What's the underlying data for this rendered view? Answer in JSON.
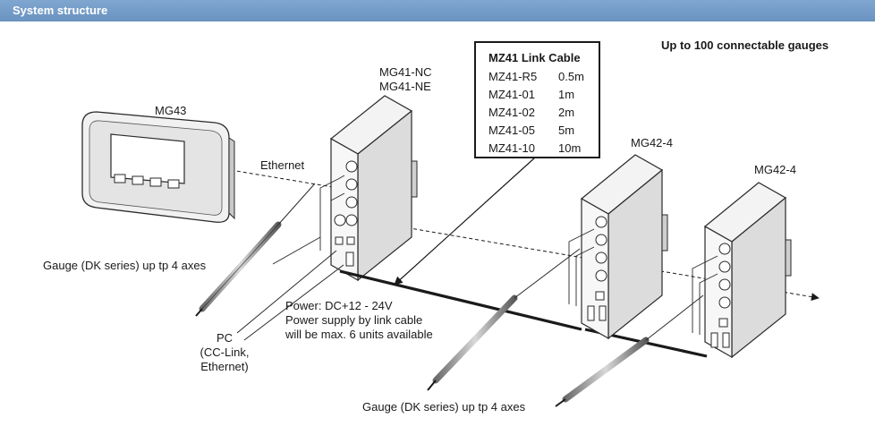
{
  "header": {
    "title": "System structure"
  },
  "capacity_note": "Up to 100 connectable gauges",
  "display_unit": {
    "label": "MG43"
  },
  "interface_unit": {
    "label_line1": "MG41-NC",
    "label_line2": "MG41-NE"
  },
  "counter_units": [
    {
      "label": "MG42-4"
    },
    {
      "label": "MG42-4"
    }
  ],
  "ethernet_label": "Ethernet",
  "link_cable": {
    "title": "MZ41 Link Cable",
    "models": [
      {
        "model": "MZ41-R5",
        "length": "0.5m"
      },
      {
        "model": "MZ41-01",
        "length": "1m"
      },
      {
        "model": "MZ41-02",
        "length": "2m"
      },
      {
        "model": "MZ41-05",
        "length": "5m"
      },
      {
        "model": "MZ41-10",
        "length": "10m"
      }
    ]
  },
  "gauge_left_label": "Gauge (DK series) up tp 4 axes",
  "gauge_bottom_label": "Gauge (DK series) up tp 4 axes",
  "power": {
    "line1": "Power: DC+12 - 24V",
    "line2": "Power supply by link cable",
    "line3": "will be max. 6 units available"
  },
  "pc": {
    "line1": "PC",
    "line2": "(CC-Link,",
    "line3": "Ethernet)"
  }
}
